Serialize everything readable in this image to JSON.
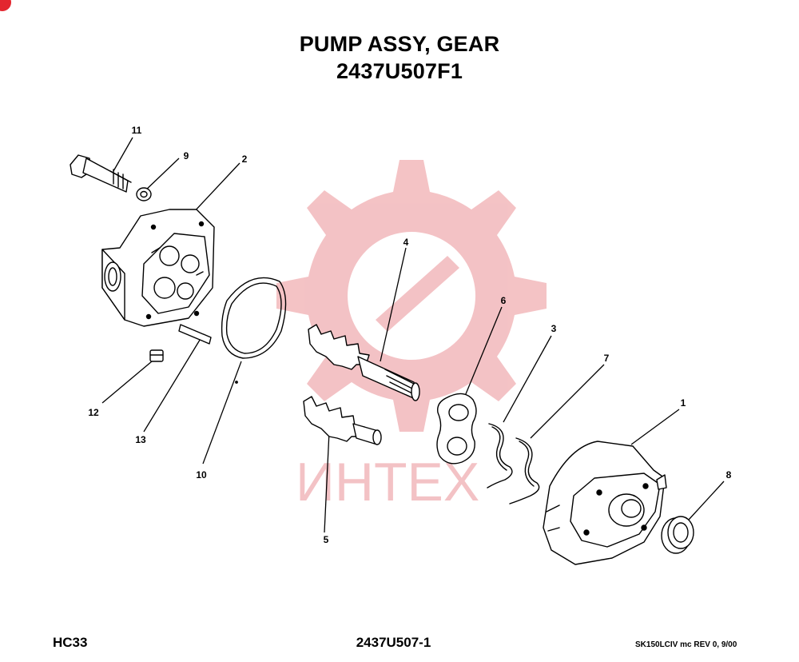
{
  "header": {
    "title": "PUMP ASSY, GEAR",
    "part_number": "2437U507F1"
  },
  "watermark": {
    "text": "ИНТЕХ",
    "color": "#f2b8bb"
  },
  "callouts": {
    "c1": "1",
    "c2": "2",
    "c3": "3",
    "c4": "4",
    "c5": "5",
    "c6": "6",
    "c7": "7",
    "c8": "8",
    "c9": "9",
    "c10": "10",
    "c11": "11",
    "c12": "12",
    "c13": "13"
  },
  "footer": {
    "page_code": "HC33",
    "drawing_number": "2437U507-1",
    "revision": "SK150LCIV mc REV 0, 9/00"
  },
  "colors": {
    "line": "#000000",
    "corner_mark": "#e3262f"
  }
}
